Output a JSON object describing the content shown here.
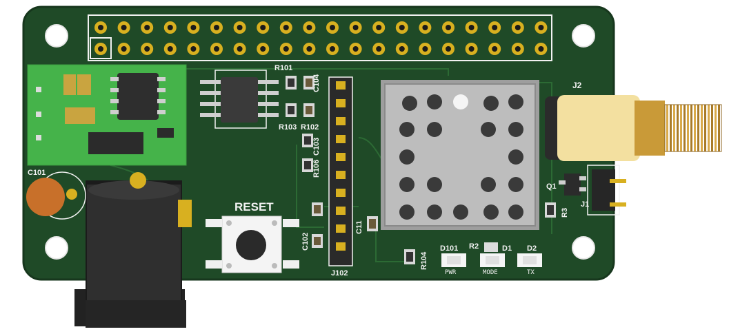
{
  "colors": {
    "board": "#1f4a27",
    "board_edge": "#17371d",
    "trace": "#2c6a34",
    "silkscreen": "#f2f2f2",
    "gold": "#d8b020",
    "green_module": "#45b34a",
    "shield": "#b9b9b9",
    "sma_gold": "#c99a38",
    "capacitor": "#c8702a"
  },
  "labels": {
    "r101": "R101",
    "c104": "C104",
    "r103": "R103",
    "r102": "R102",
    "c103": "C103",
    "r106": "R106",
    "c101": "C101",
    "reset": "RESET",
    "c102": "C102",
    "c11": "C11",
    "j102": "J102",
    "r104": "R104",
    "d101": "D101",
    "r2": "R2",
    "d1": "D1",
    "d2": "D2",
    "pwr": "PWR",
    "mode": "MODE",
    "tx": "TX",
    "j2": "J2",
    "q1": "Q1",
    "j1": "J1",
    "r3": "R3"
  }
}
